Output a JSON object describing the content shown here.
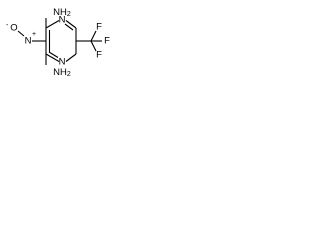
{
  "molecule": {
    "atoms": {
      "amine_top": "NH",
      "amine_top_sub": "2",
      "amine_bottom": "NH",
      "amine_bottom_sub": "2",
      "nitro_n": "N",
      "nitro_n_charge": "+",
      "nitro_o": "O",
      "nitro_o_charge": "-",
      "ring_n_top": "N",
      "ring_n_bottom": "N",
      "fluorine_top": "F",
      "fluorine_right": "F",
      "fluorine_bottom": "F"
    }
  }
}
